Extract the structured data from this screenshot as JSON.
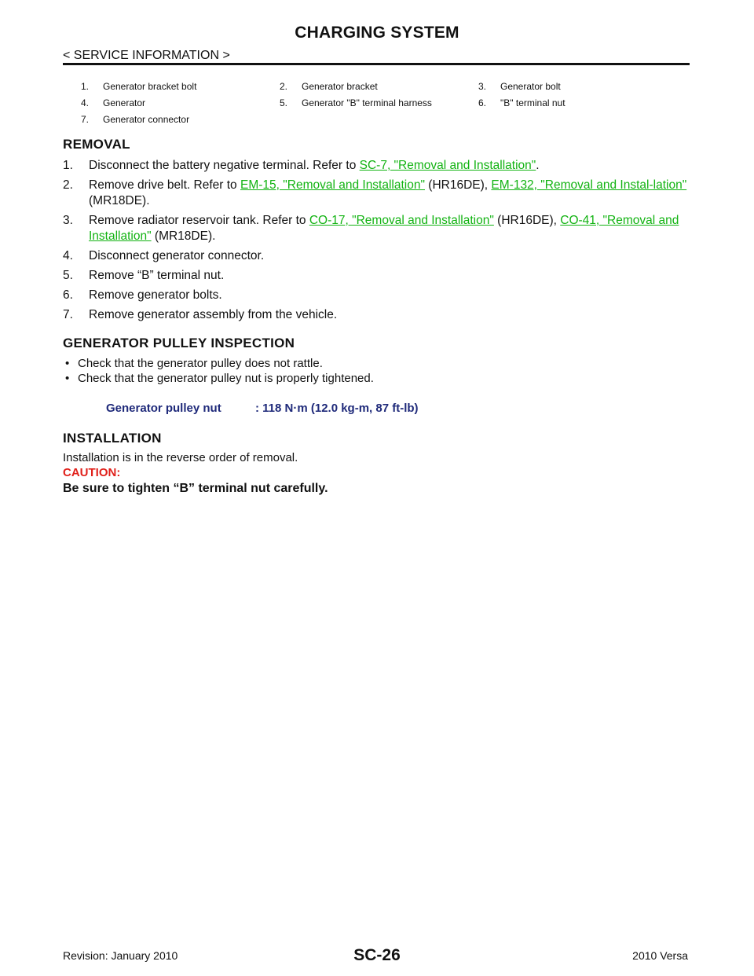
{
  "header": {
    "title": "CHARGING SYSTEM",
    "section": "< SERVICE INFORMATION >"
  },
  "legend": [
    [
      {
        "num": "1.",
        "label": "Generator bracket bolt"
      },
      {
        "num": "2.",
        "label": "Generator bracket"
      },
      {
        "num": "3.",
        "label": "Generator bolt"
      }
    ],
    [
      {
        "num": "4.",
        "label": "Generator"
      },
      {
        "num": "5.",
        "label": "Generator \"B\" terminal harness"
      },
      {
        "num": "6.",
        "label": "\"B\" terminal nut"
      }
    ],
    [
      {
        "num": "7.",
        "label": "Generator connector"
      }
    ]
  ],
  "removal": {
    "heading": "REMOVAL",
    "steps": [
      {
        "num": "1.",
        "text_before": "Disconnect the battery negative terminal. Refer to ",
        "link1": "SC-7, \"Removal and Installation\"",
        "text_after": "."
      },
      {
        "num": "2.",
        "text_before": "Remove drive belt. Refer to ",
        "link1": "EM-15, \"Removal and Installation\"",
        "text_mid": " (HR16DE), ",
        "link2": "EM-132, \"Removal and Instal-lation\"",
        "text_after": " (MR18DE)."
      },
      {
        "num": "3.",
        "text_before": "Remove radiator reservoir tank. Refer to ",
        "link1": "CO-17, \"Removal and Installation\"",
        "text_mid": " (HR16DE), ",
        "link2": "CO-41, \"Removal and Installation\"",
        "text_after": " (MR18DE)."
      },
      {
        "num": "4.",
        "text_before": "Disconnect generator connector."
      },
      {
        "num": "5.",
        "text_before": "Remove “B” terminal nut."
      },
      {
        "num": "6.",
        "text_before": "Remove generator bolts."
      },
      {
        "num": "7.",
        "text_before": "Remove generator assembly from the vehicle."
      }
    ]
  },
  "pulley": {
    "heading": "GENERATOR PULLEY INSPECTION",
    "bullets": [
      "Check that the generator pulley does not rattle.",
      "Check that the generator pulley nut is properly tightened."
    ],
    "spec_label": "Generator pulley nut",
    "spec_value": ": 118 N·m (12.0 kg-m, 87 ft-lb)"
  },
  "installation": {
    "heading": "INSTALLATION",
    "text": "Installation is in the reverse order of removal.",
    "caution_label": "CAUTION:",
    "caution_text": "Be sure to tighten “B” terminal nut carefully."
  },
  "footer": {
    "revision": "Revision: January 2010",
    "page": "SC-26",
    "model": "2010 Versa"
  },
  "colors": {
    "link": "#12b312",
    "caution": "#e0201a",
    "spec": "#1f2a7a"
  }
}
